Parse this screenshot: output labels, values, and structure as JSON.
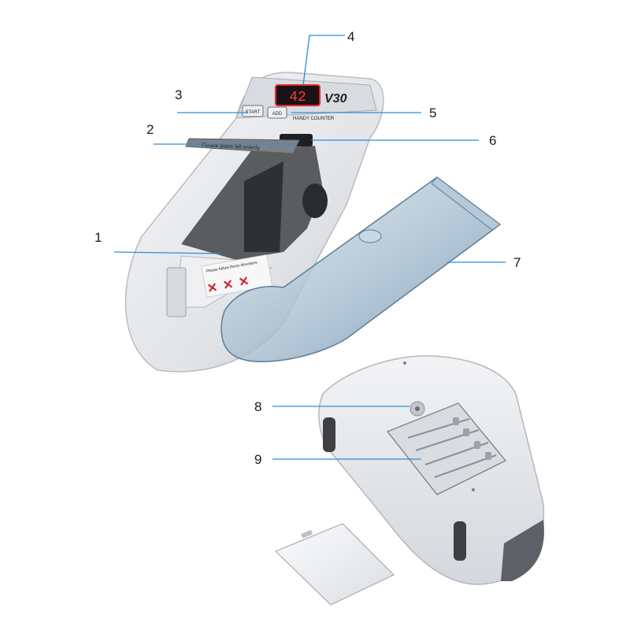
{
  "product": {
    "model": "V30",
    "display_value": "42",
    "start_label": "START",
    "add_label": "ADD",
    "subtitle": "HANDY COUNTER",
    "tray_instruction": "Please place bill orderly",
    "guide_instruction": "Please follow these directions"
  },
  "callouts": [
    {
      "number": "1"
    },
    {
      "number": "2"
    },
    {
      "number": "3"
    },
    {
      "number": "4"
    },
    {
      "number": "5"
    },
    {
      "number": "6"
    },
    {
      "number": "7"
    },
    {
      "number": "8"
    },
    {
      "number": "9"
    }
  ],
  "colors": {
    "body": "#e9ebee",
    "body_shadow": "#c9ccd1",
    "display_red": "#e0262b",
    "callout_line": "#2e8ed8",
    "tray_blue": "#8fb3cc"
  }
}
